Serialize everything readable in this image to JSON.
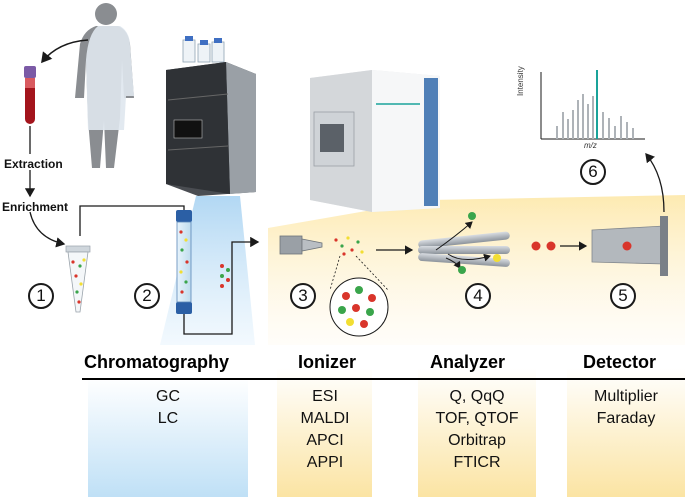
{
  "left_steps": {
    "extraction": "Extraction",
    "enrichment": "Enrichment"
  },
  "step_numbers": [
    "1",
    "2",
    "3",
    "4",
    "5",
    "6"
  ],
  "spectrum": {
    "y_label": "Intensity",
    "x_label": "m/z"
  },
  "columns": [
    {
      "header": "Chromatography",
      "items": [
        "GC",
        "LC"
      ]
    },
    {
      "header": "Ionizer",
      "items": [
        "ESI",
        "MALDI",
        "APCI",
        "APPI"
      ]
    },
    {
      "header": "Analyzer",
      "items": [
        "Q, QqQ",
        "TOF, QTOF",
        "Orbitrap",
        "FTICR"
      ]
    },
    {
      "header": "Detector",
      "items": [
        "Multiplier",
        "Faraday"
      ]
    }
  ],
  "colors": {
    "blue_panel": "#cfe6f7",
    "yellow_panel": "#fbe4a3",
    "ion_red": "#d9352b",
    "ion_green": "#3aa54b",
    "ion_yellow": "#f2de33",
    "spectrum_peak": "#1aa39a"
  }
}
